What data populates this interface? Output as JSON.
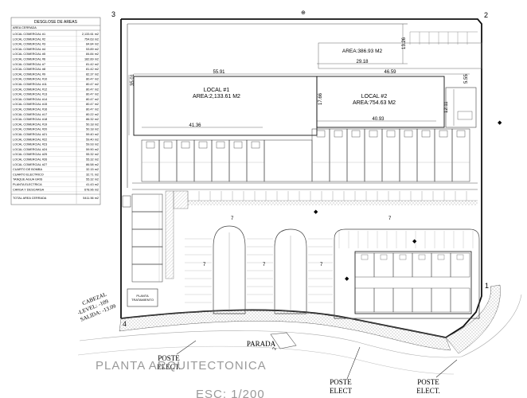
{
  "table": {
    "title": "DESGLOSE DE AREAS",
    "subheader": "AREA CERRADA",
    "rows": [
      {
        "label": "LOCAL COMERCIAL #1",
        "value": "2,133.61 m2"
      },
      {
        "label": "LOCAL COMERCIAL #2",
        "value": "754.63 m2"
      },
      {
        "label": "LOCAL COMERCIAL #3",
        "value": "84.84 m2"
      },
      {
        "label": "LOCAL COMERCIAL #4",
        "value": "53.89 m2"
      },
      {
        "label": "LOCAL COMERCIAL #5",
        "value": "84.84 m2"
      },
      {
        "label": "LOCAL COMERCIAL #6",
        "value": "182.89 m2"
      },
      {
        "label": "LOCAL COMERCIAL #7",
        "value": "81.42 m2"
      },
      {
        "label": "LOCAL COMERCIAL #8",
        "value": "81.42 m2"
      },
      {
        "label": "LOCAL COMERCIAL #9",
        "value": "82.37 m2"
      },
      {
        "label": "LOCAL COMERCIAL #10",
        "value": "80.47 m2"
      },
      {
        "label": "LOCAL COMERCIAL #11",
        "value": "80.47 m2"
      },
      {
        "label": "LOCAL COMERCIAL #12",
        "value": "80.47 m2"
      },
      {
        "label": "LOCAL COMERCIAL #13",
        "value": "80.47 m2"
      },
      {
        "label": "LOCAL COMERCIAL #14",
        "value": "80.47 m2"
      },
      {
        "label": "LOCAL COMERCIAL #15",
        "value": "80.47 m2"
      },
      {
        "label": "LOCAL COMERCIAL #16",
        "value": "80.47 m2"
      },
      {
        "label": "LOCAL COMERCIAL #17",
        "value": "80.22 m2"
      },
      {
        "label": "LOCAL COMERCIAL #18",
        "value": "86.32 m2"
      },
      {
        "label": "LOCAL COMERCIAL #19",
        "value": "50.18 m2"
      },
      {
        "label": "LOCAL COMERCIAL #20",
        "value": "50.18 m2"
      },
      {
        "label": "LOCAL COMERCIAL #21",
        "value": "59.40 m2"
      },
      {
        "label": "LOCAL COMERCIAL #22",
        "value": "59.40 m2"
      },
      {
        "label": "LOCAL COMERCIAL #23",
        "value": "59.93 m2"
      },
      {
        "label": "LOCAL COMERCIAL #24",
        "value": "59.90 m2"
      },
      {
        "label": "LOCAL COMERCIAL #25",
        "value": "55.32 m2"
      },
      {
        "label": "LOCAL COMERCIAL #26",
        "value": "55.32 m2"
      },
      {
        "label": "LOCAL COMERCIAL #27",
        "value": "86.58 m2"
      },
      {
        "label": "CUARTO DE BOMBA",
        "value": "32.15 m2"
      },
      {
        "label": "CUARTO ELECTRICO",
        "value": "32.71 m2"
      },
      {
        "label": "TANQUE AGUA GRIS",
        "value": "55.32 m2"
      },
      {
        "label": "PLANTA ELECTRICA",
        "value": "41.43 m2"
      },
      {
        "label": "CARGA Y DESCARGA",
        "value": "678.96 m2"
      }
    ],
    "total_label": "TOTAL AREA CERRADA",
    "total_value": "5411.56 m2"
  },
  "corners": {
    "c1": "1",
    "c2": "2",
    "c3": "3",
    "c4": "4"
  },
  "areas": {
    "top_area": "AREA:386.93 M2",
    "local1_name": "LOCAL #1",
    "local1_area": "AREA:2,133.61 M2",
    "local2_name": "LOCAL #2",
    "local2_area": "AREA:754.63 M2",
    "planta": "PLANTA",
    "tratamiento": "TRATAMIENTO"
  },
  "dims": {
    "d1": "13.26",
    "d2": "29.18",
    "d3": "55.91",
    "d4": "46.59",
    "d5": "5.55",
    "d6": "35.01",
    "d7": "17.66",
    "d8": "12.11",
    "d9": "40.93",
    "d10": "41.36",
    "d11": "7",
    "d12": "7",
    "d13": "7",
    "d14": "7",
    "d15": "7",
    "d16": "2"
  },
  "labels": {
    "cabezal_1": "CABEZAL",
    "cabezal_2": "-LEVEL: -109",
    "cabezal_3": "SALIDA: -13.09",
    "poste_a1": "POSTE",
    "poste_a2": "ELECT.",
    "parada": "PARADA",
    "poste_b1": "POSTE",
    "poste_b2": "ELECT",
    "poste_c1": "POSTE",
    "poste_c2": "ELECT.",
    "title": "PLANTA  ARQUITECTONICA",
    "scale": "ESC: 1/200"
  },
  "colors": {
    "line": "#111111",
    "light": "#777777",
    "hatch": "#888888"
  }
}
